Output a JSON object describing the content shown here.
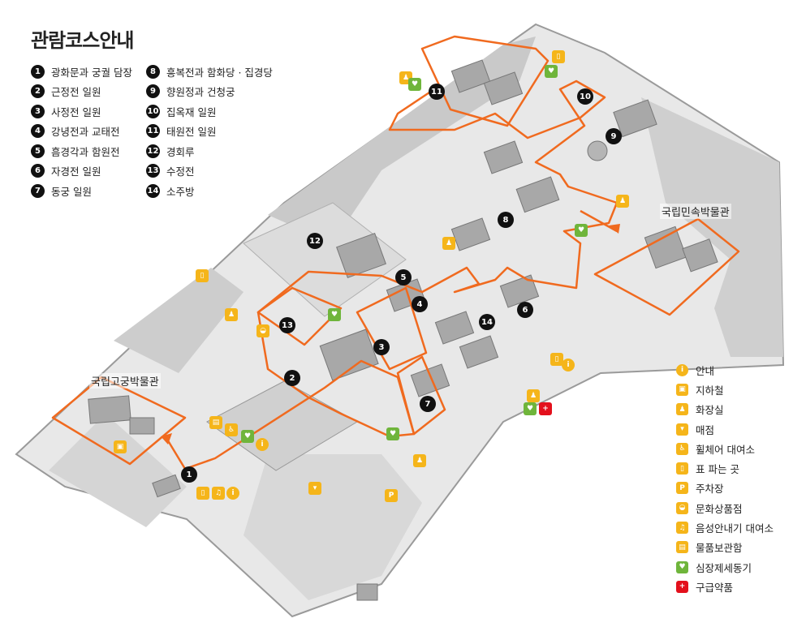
{
  "title": "관람코스안내",
  "course_left": [
    {
      "n": "1",
      "label": "광화문과 궁궐 담장"
    },
    {
      "n": "2",
      "label": "근정전 일원"
    },
    {
      "n": "3",
      "label": "사정전 일원"
    },
    {
      "n": "4",
      "label": "강녕전과 교태전"
    },
    {
      "n": "5",
      "label": "흠경각과 함원전"
    },
    {
      "n": "6",
      "label": "자경전 일원"
    },
    {
      "n": "7",
      "label": "동궁 일원"
    }
  ],
  "course_right": [
    {
      "n": "8",
      "label": "흥복전과 함화당 · 집경당"
    },
    {
      "n": "9",
      "label": "향원정과 건청궁"
    },
    {
      "n": "10",
      "label": "집옥재 일원"
    },
    {
      "n": "11",
      "label": "태원전 일원"
    },
    {
      "n": "12",
      "label": "경회루"
    },
    {
      "n": "13",
      "label": "수정전"
    },
    {
      "n": "14",
      "label": "소주방"
    }
  ],
  "map_labels": {
    "folk_museum": "국립민속박물관",
    "palace_museum": "국립고궁박물관"
  },
  "legend": [
    {
      "icon": "info-icon",
      "label": "안내",
      "color": "#f5b51a",
      "glyph": "i"
    },
    {
      "icon": "subway-icon",
      "label": "지하철",
      "color": "#f5b51a",
      "glyph": "▣"
    },
    {
      "icon": "restroom-icon",
      "label": "화장실",
      "color": "#f5b51a",
      "glyph": "♟"
    },
    {
      "icon": "store-icon",
      "label": "매점",
      "color": "#f5b51a",
      "glyph": "▾"
    },
    {
      "icon": "wheelchair-icon",
      "label": "휠체어 대여소",
      "color": "#f5b51a",
      "glyph": "♿"
    },
    {
      "icon": "ticket-icon",
      "label": "표 파는 곳",
      "color": "#f5b51a",
      "glyph": "▯"
    },
    {
      "icon": "parking-icon",
      "label": "주차장",
      "color": "#f5b51a",
      "glyph": "P"
    },
    {
      "icon": "culture-shop-icon",
      "label": "문화상품점",
      "color": "#f5b51a",
      "glyph": "◒"
    },
    {
      "icon": "audio-guide-icon",
      "label": "음성안내기 대여소",
      "color": "#f5b51a",
      "glyph": "♫"
    },
    {
      "icon": "locker-icon",
      "label": "물품보관함",
      "color": "#f5b51a",
      "glyph": "▤"
    },
    {
      "icon": "aed-icon",
      "label": "심장제세동기",
      "color": "#6fb53b",
      "glyph": "♥"
    },
    {
      "icon": "first-aid-icon",
      "label": "구급약품",
      "color": "#e3101c",
      "glyph": "+"
    }
  ],
  "colors": {
    "route": "#f06a1f",
    "wall": "#8a8a8a",
    "ground": "#e6e6e6",
    "trees": "#9a9a9a"
  }
}
